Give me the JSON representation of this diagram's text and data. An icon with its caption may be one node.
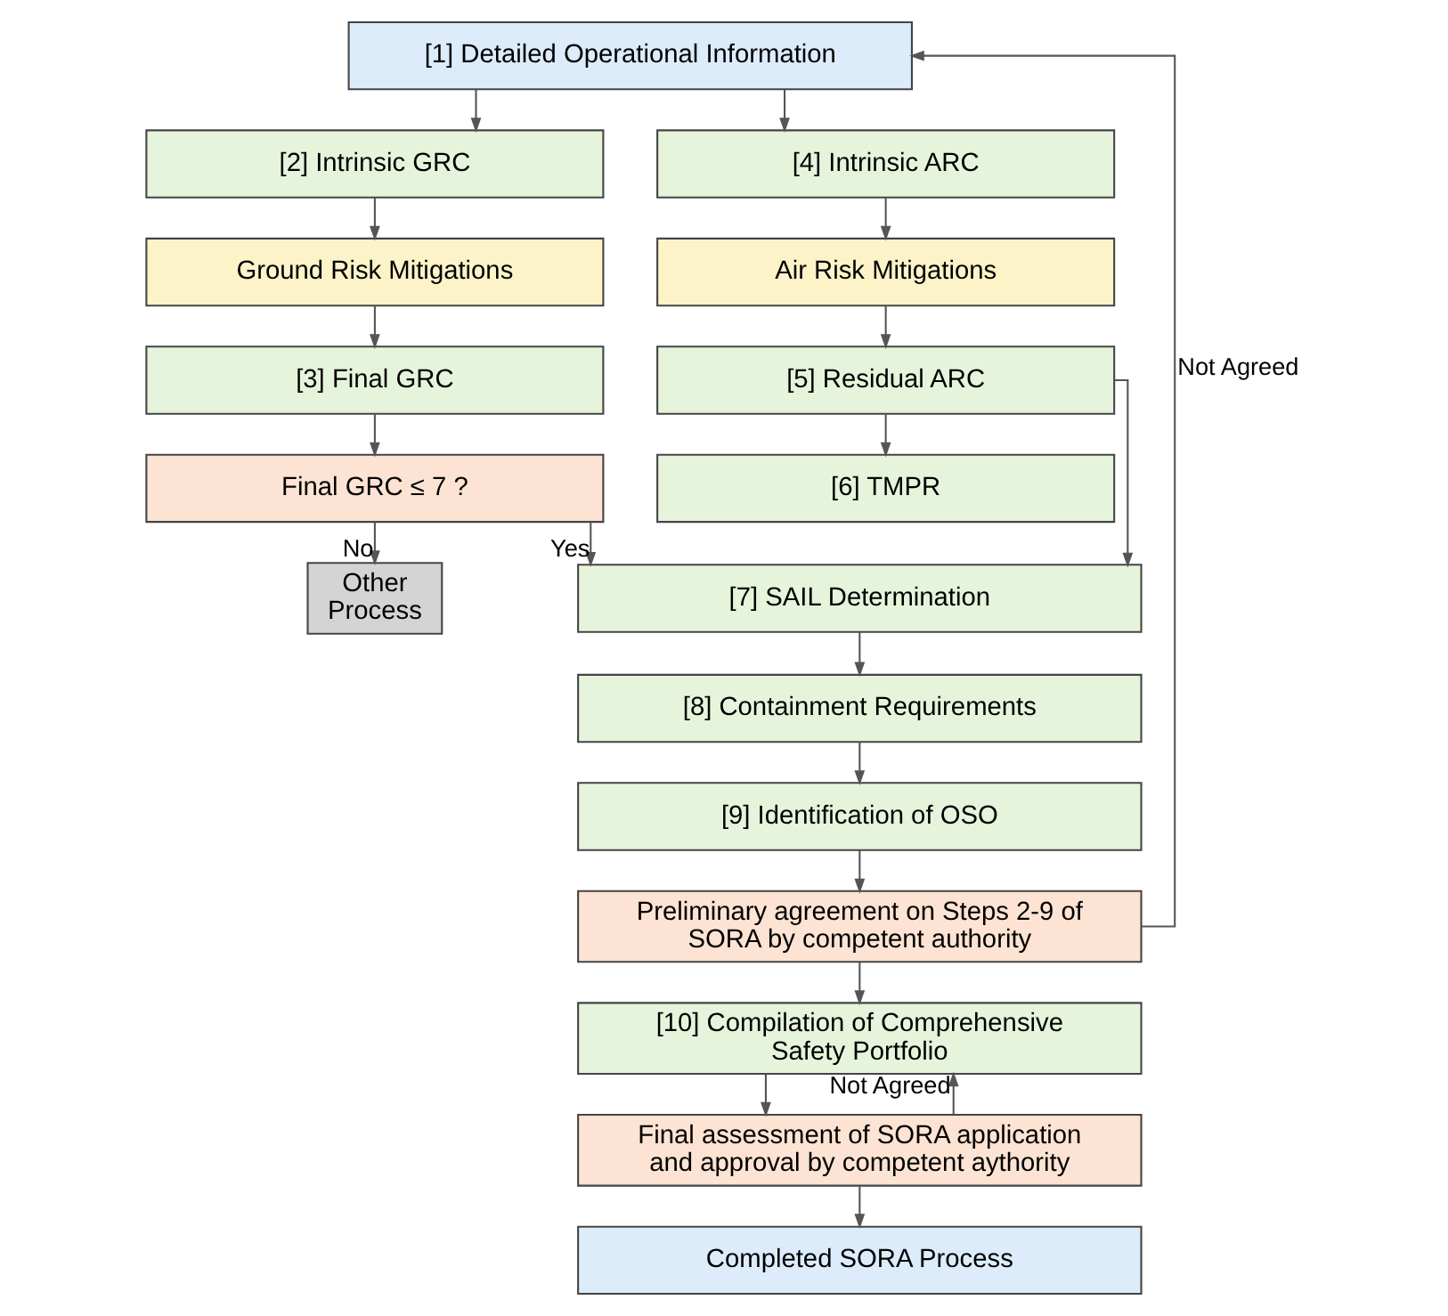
{
  "diagram": {
    "nodes": [
      {
        "text": [
          "[1] Detailed Operational Information"
        ]
      },
      {
        "text": [
          "[2] Intrinsic GRC"
        ]
      },
      {
        "text": [
          "[4] Intrinsic ARC"
        ]
      },
      {
        "text": [
          "Ground Risk Mitigations"
        ]
      },
      {
        "text": [
          "Air Risk Mitigations"
        ]
      },
      {
        "text": [
          "[3] Final GRC"
        ]
      },
      {
        "text": [
          "[5] Residual ARC"
        ]
      },
      {
        "text": [
          "Final GRC ≤ 7 ?"
        ]
      },
      {
        "text": [
          "[6] TMPR"
        ]
      },
      {
        "text": [
          "Other Process"
        ]
      },
      {
        "text": [
          "[7] SAIL Determination"
        ]
      },
      {
        "text": [
          "[8] Containment Requirements"
        ]
      },
      {
        "text": [
          "[9] Identification of OSO"
        ]
      },
      {
        "text": [
          "Preliminary agreement on Steps 2-9 of SORA by competent authority"
        ]
      },
      {
        "text": [
          "[10] Compilation of Comprehensive Safety Portfolio"
        ]
      },
      {
        "text": [
          "Final assessment of SORA application and approval by competent aythority"
        ]
      },
      {
        "text": [
          "Completed SORA Process"
        ]
      }
    ],
    "edges": [
      {
        "from": 0,
        "to": 1,
        "arrow": "to"
      },
      {
        "from": 0,
        "to": 2,
        "arrow": "to"
      },
      {
        "from": 1,
        "to": 3,
        "arrow": "to"
      },
      {
        "from": 3,
        "to": 5,
        "arrow": "to"
      },
      {
        "from": 5,
        "to": 7,
        "arrow": "to"
      },
      {
        "from": 2,
        "to": 4,
        "arrow": "to"
      },
      {
        "from": 4,
        "to": 6,
        "arrow": "to"
      },
      {
        "from": 6,
        "to": 8,
        "arrow": "to"
      },
      {
        "from": 7,
        "to": 9,
        "label": "No",
        "arrow": "to"
      },
      {
        "from": 7,
        "to": 10,
        "label": "Yes",
        "arrow": "to"
      },
      {
        "from": 6,
        "to": 10,
        "arrow": "to"
      },
      {
        "from": 10,
        "to": 11,
        "arrow": "to"
      },
      {
        "from": 11,
        "to": 12,
        "arrow": "to"
      },
      {
        "from": 12,
        "to": 13,
        "arrow": "to"
      },
      {
        "from": 13,
        "to": 0,
        "label": "Not Agreed",
        "arrow": "to"
      },
      {
        "from": 13,
        "to": 14,
        "arrow": "to"
      },
      {
        "from": 14,
        "to": 15,
        "arrow": "to"
      },
      {
        "from": 15,
        "to": 14,
        "label": "Not Agreed",
        "arrow": "to"
      },
      {
        "from": 15,
        "to": 16,
        "arrow": "to"
      }
    ]
  }
}
